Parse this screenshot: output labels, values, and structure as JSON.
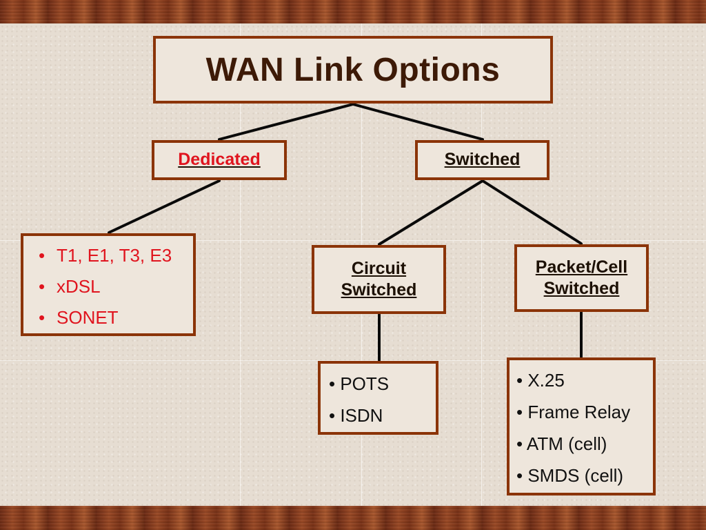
{
  "title": "WAN Link Options",
  "categories": {
    "dedicated": {
      "label": "Dedicated",
      "items": [
        "T1, E1, T3, E3",
        "xDSL",
        "SONET"
      ]
    },
    "switched": {
      "label": "Switched",
      "circuit": {
        "label_line1": "Circuit",
        "label_line2": "Switched",
        "items": [
          "POTS",
          "ISDN"
        ]
      },
      "packet": {
        "label_line1": "Packet/Cell",
        "label_line2": "Switched",
        "items": [
          "X.25",
          "Frame Relay",
          "ATM (cell)",
          "SMDS (cell)"
        ]
      }
    }
  },
  "colors": {
    "box_border": "#8b3408",
    "title_text": "#3d1a07",
    "dedicated_text": "#e0141e",
    "connector": "#0a0a0a"
  }
}
